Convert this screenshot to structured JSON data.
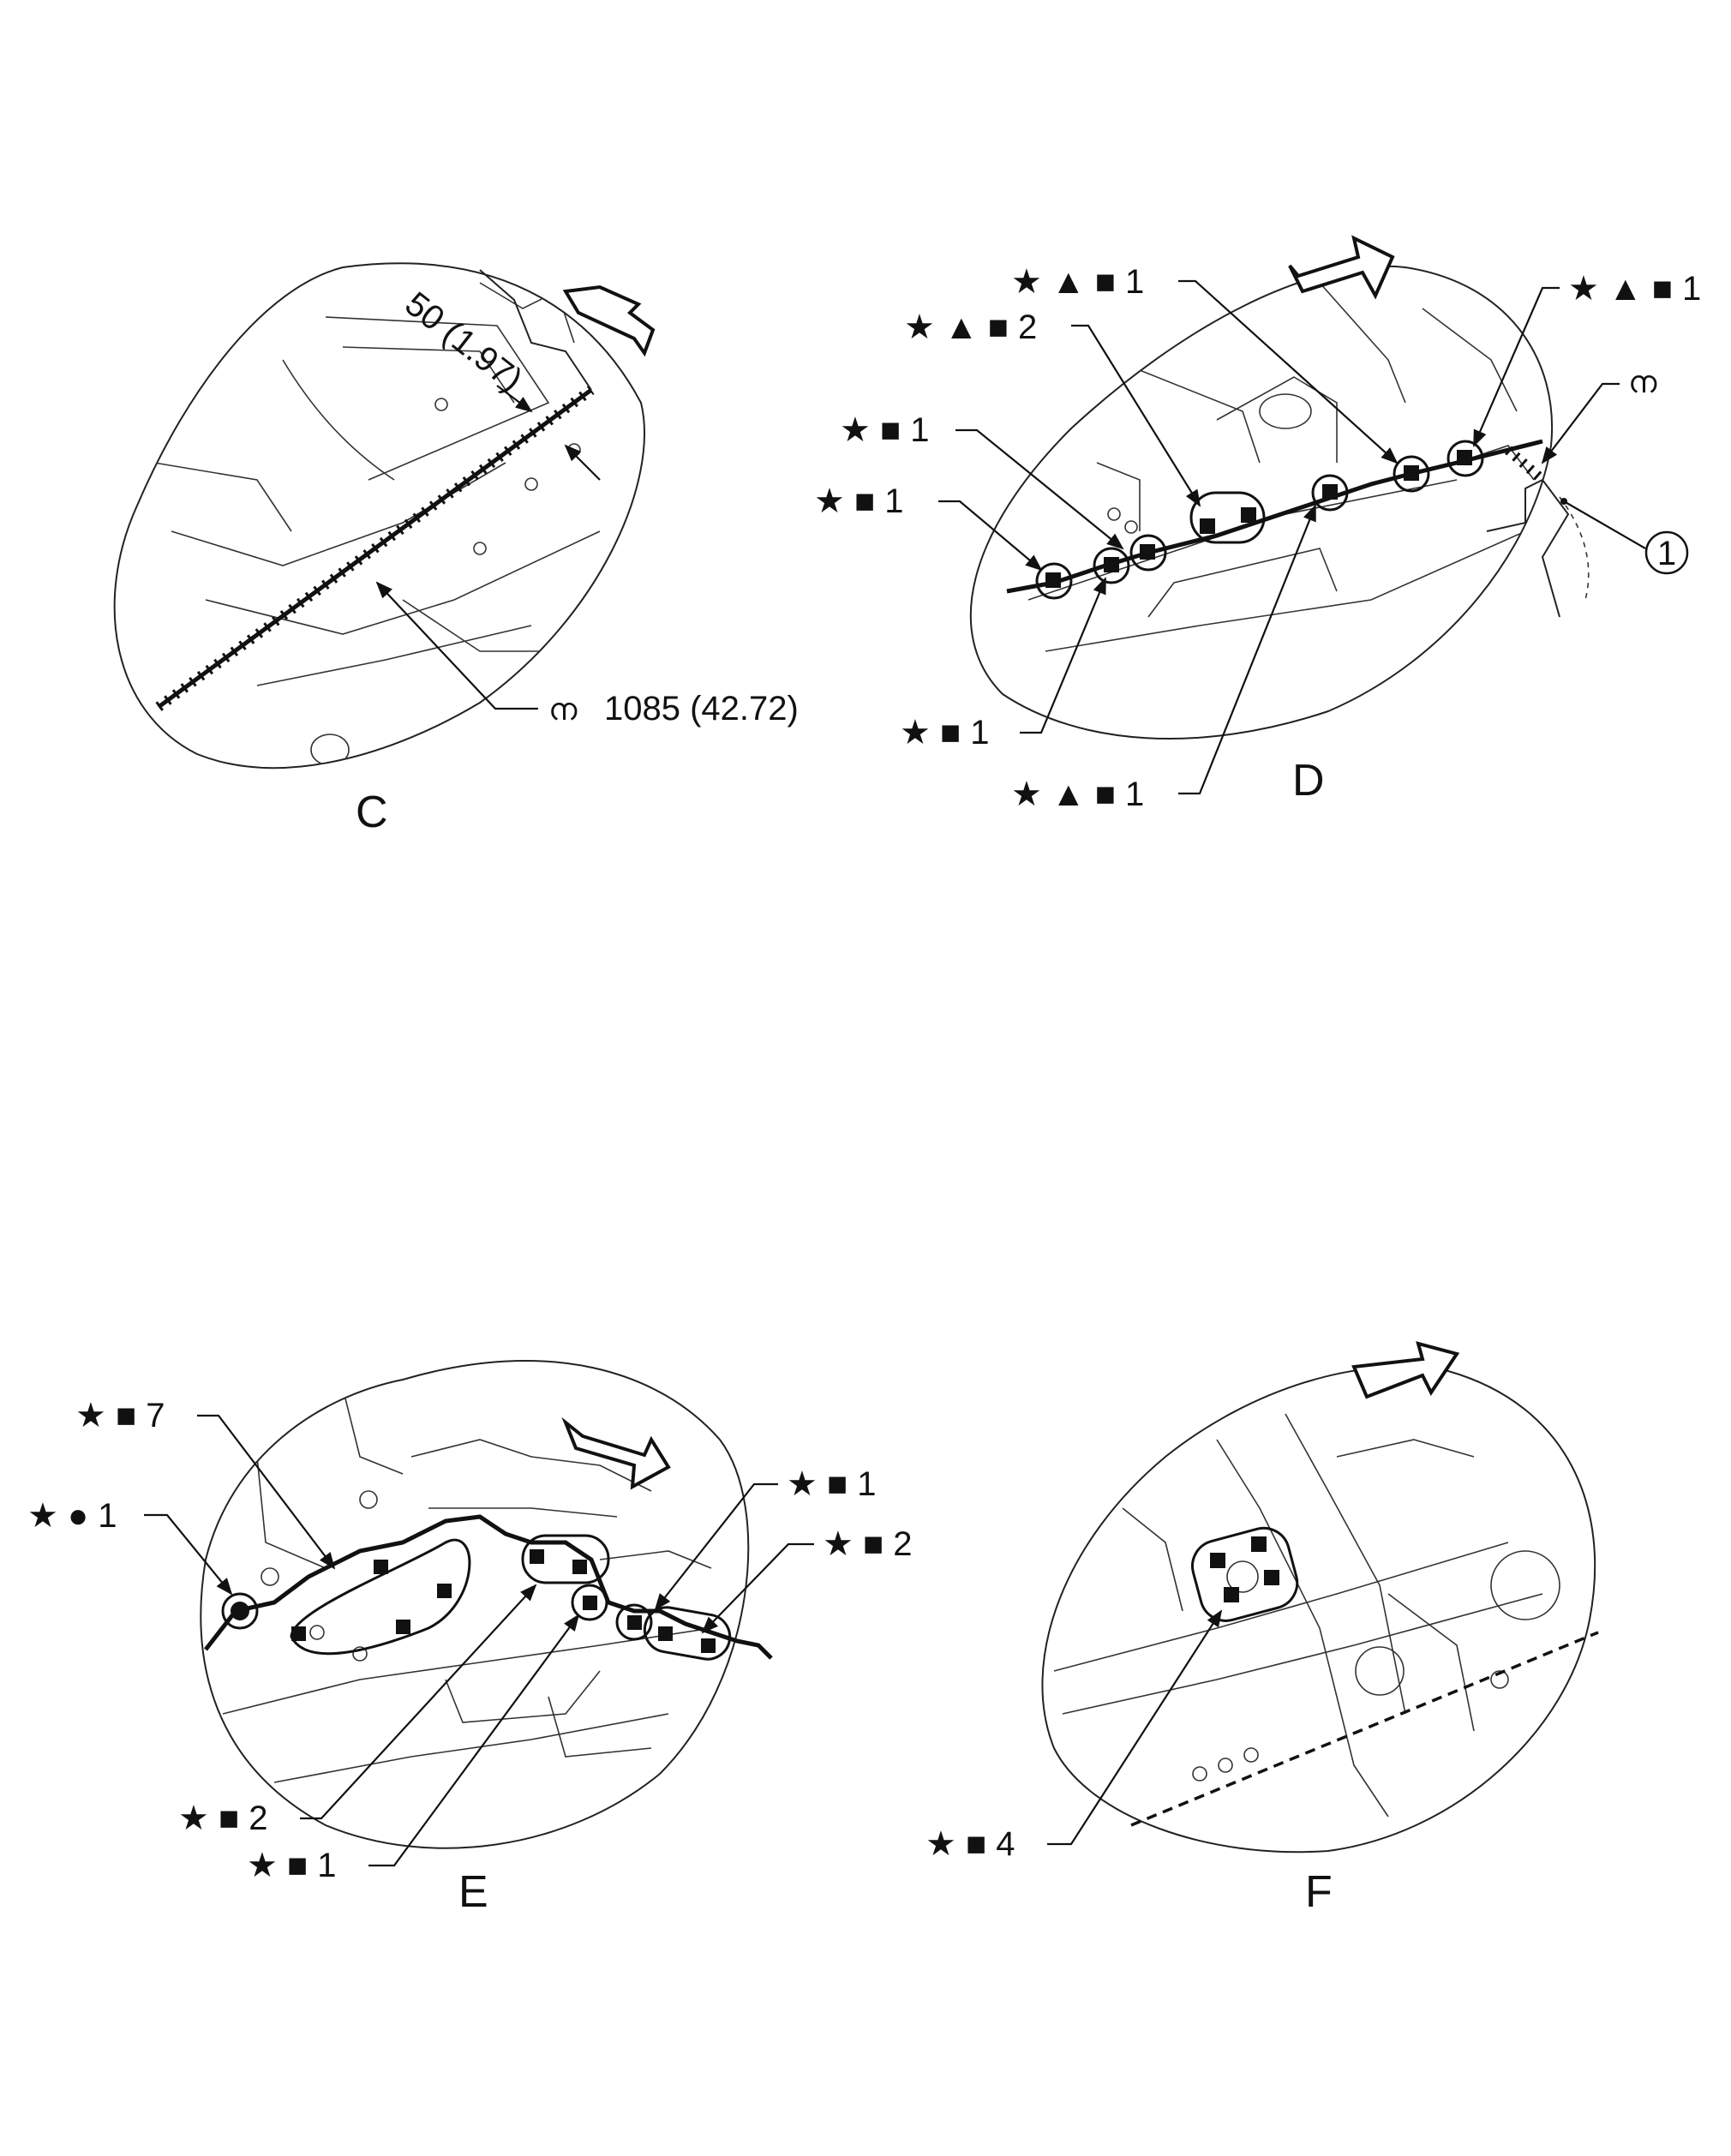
{
  "views": {
    "c": {
      "letter": "C",
      "dimension": "50 (1.97)",
      "length_label": "1085 (42.72)",
      "tape_icon": "tape-roll-icon"
    },
    "d": {
      "letter": "D",
      "callouts": [
        {
          "num": "1",
          "symbols": [
            "star",
            "triangle",
            "square"
          ]
        },
        {
          "num": "2",
          "symbols": [
            "star",
            "triangle",
            "square"
          ]
        },
        {
          "num": "1",
          "symbols": [
            "star",
            "square"
          ]
        },
        {
          "num": "1",
          "symbols": [
            "star",
            "square"
          ]
        },
        {
          "num": "1",
          "symbols": [
            "star",
            "square"
          ]
        },
        {
          "num": "1",
          "symbols": [
            "star",
            "triangle",
            "square"
          ]
        },
        {
          "num": "1",
          "symbols": [
            "star",
            "triangle",
            "square"
          ]
        }
      ],
      "ref_marker": "1",
      "tape_icon": "tape-roll-icon"
    },
    "e": {
      "letter": "E",
      "callouts": [
        {
          "num": "7",
          "symbols": [
            "star",
            "square"
          ]
        },
        {
          "num": "1",
          "symbols": [
            "star",
            "circle"
          ]
        },
        {
          "num": "1",
          "symbols": [
            "star",
            "square"
          ]
        },
        {
          "num": "2",
          "symbols": [
            "star",
            "square"
          ]
        },
        {
          "num": "2",
          "symbols": [
            "star",
            "square"
          ]
        },
        {
          "num": "1",
          "symbols": [
            "star",
            "square"
          ]
        }
      ]
    },
    "f": {
      "letter": "F",
      "callouts": [
        {
          "num": "4",
          "symbols": [
            "star",
            "square"
          ]
        }
      ]
    }
  },
  "symbols": {
    "star": "★",
    "triangle": "▲",
    "square": "■",
    "circle": "●"
  }
}
